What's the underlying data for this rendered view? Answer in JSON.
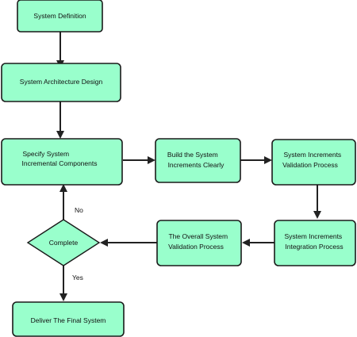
{
  "diagram": {
    "nodes": {
      "system_definition": [
        "System Definition"
      ],
      "architecture_design": [
        "System Architecture Design"
      ],
      "specify_components": [
        "Specify System",
        "Incremental Components"
      ],
      "build_increments": [
        "Build the System",
        "Increments Clearly"
      ],
      "increments_validation": [
        "System Increments",
        "Validation Process"
      ],
      "increments_integration": [
        "System Increments",
        "Integration Process"
      ],
      "overall_validation": [
        "The Overall System",
        "Validation Process"
      ],
      "complete": [
        "Complete"
      ],
      "deliver": [
        "Deliver The Final System"
      ]
    },
    "edge_labels": {
      "no": "No",
      "yes": "Yes"
    },
    "colors": {
      "node_fill": "#99ffcc",
      "stroke": "#1a1a1a"
    }
  }
}
